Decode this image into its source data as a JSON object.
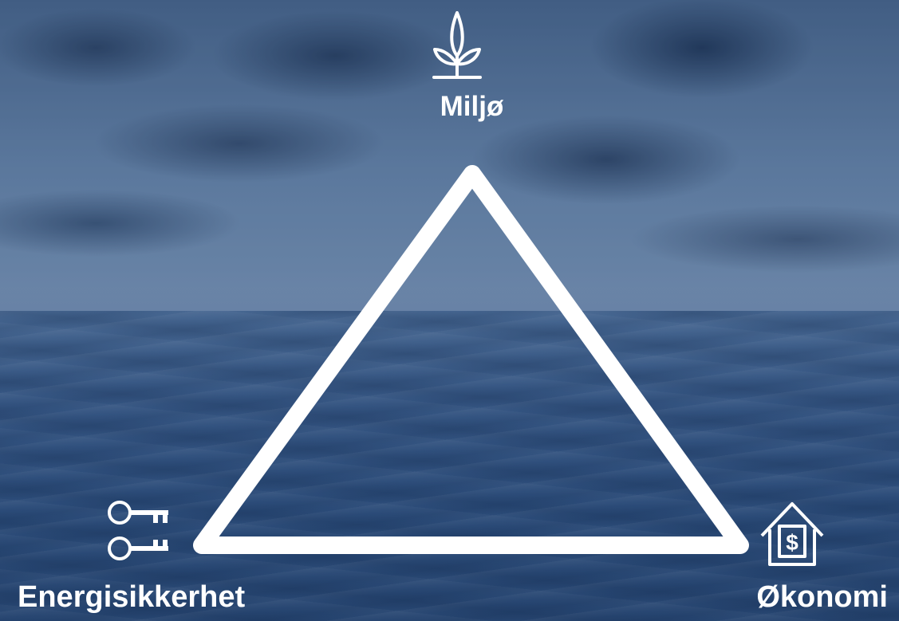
{
  "diagram": {
    "nodes": [
      {
        "id": "top",
        "label": "Miljø",
        "icon": "sprout-icon"
      },
      {
        "id": "left",
        "label": "Energisikkerhet",
        "icon": "keys-icon"
      },
      {
        "id": "right",
        "label": "Økonomi",
        "icon": "house-dollar-icon"
      }
    ],
    "house_icon_text": "$",
    "colors": {
      "stroke": "#ffffff",
      "text": "#ffffff",
      "background_sea": "#3a5a86",
      "background_sky": "#6a86a8"
    }
  }
}
